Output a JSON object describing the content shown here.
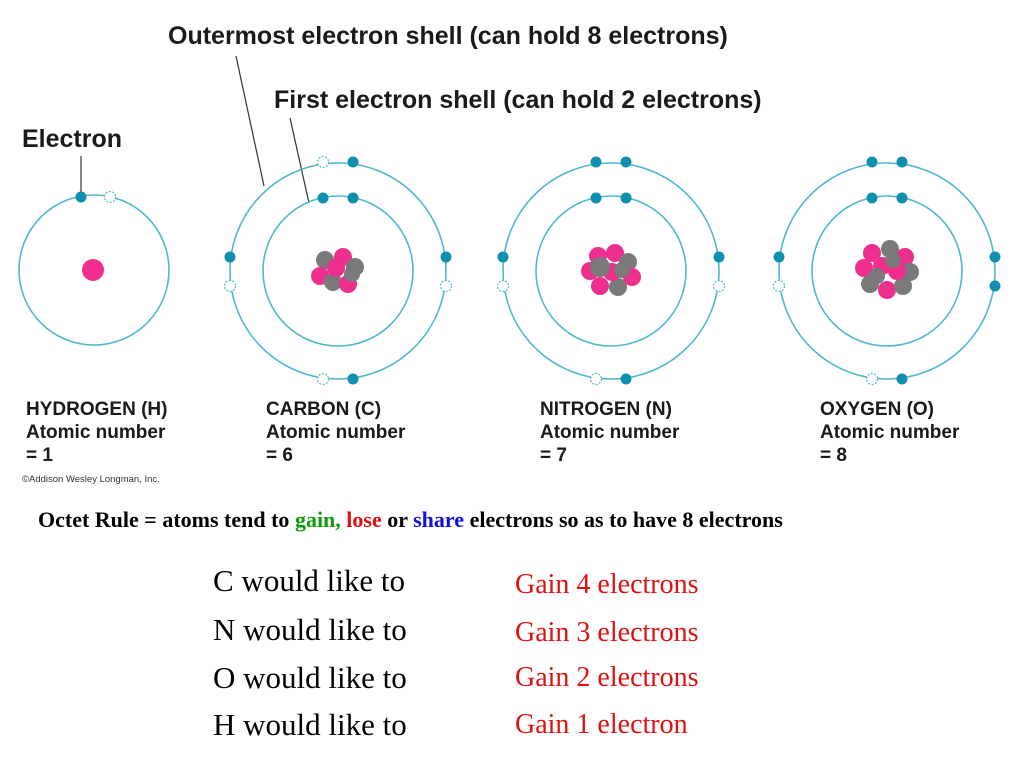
{
  "callouts": {
    "outer_shell": "Outermost electron shell (can hold 8 electrons)",
    "first_shell": "First electron shell (can hold 2 electrons)",
    "electron": "Electron"
  },
  "atoms": [
    {
      "id": "hydrogen",
      "name": "HYDROGEN (H)",
      "atomic_label": "Atomic number",
      "atomic_value": "= 1",
      "first_shell_electrons": 1,
      "outer_shell_electrons": 0
    },
    {
      "id": "carbon",
      "name": "CARBON (C)",
      "atomic_label": "Atomic number",
      "atomic_value": "= 6",
      "first_shell_electrons": 2,
      "outer_shell_electrons": 4
    },
    {
      "id": "nitrogen",
      "name": "NITROGEN (N)",
      "atomic_label": "Atomic number",
      "atomic_value": "= 7",
      "first_shell_electrons": 2,
      "outer_shell_electrons": 5
    },
    {
      "id": "oxygen",
      "name": "OXYGEN (O)",
      "atomic_label": "Atomic number",
      "atomic_value": "= 8",
      "first_shell_electrons": 2,
      "outer_shell_electrons": 6
    }
  ],
  "credit": "©Addison Wesley Longman, Inc.",
  "octet_rule": {
    "prefix": "Octet Rule = atoms tend to ",
    "gain": "gain,",
    "lose": "lose",
    "or": " or ",
    "share": "share",
    "suffix": " electrons so as to have 8 electrons"
  },
  "answers": [
    {
      "prefix": "C would like to",
      "answer": "Gain 4 electrons"
    },
    {
      "prefix": "N would like to",
      "answer": "Gain 3 electrons"
    },
    {
      "prefix": "O would like to",
      "answer": "Gain 2 electrons"
    },
    {
      "prefix": "H would like to",
      "answer": "Gain 1 electron"
    }
  ],
  "colors": {
    "shell": "#4fb8cc",
    "electron": "#0f8fb0",
    "proton": "#ee2f8e",
    "neutron": "#7a7a7a",
    "gain": "#109a10",
    "lose": "#e01010",
    "share": "#1010e0",
    "answer": "#e01010"
  }
}
